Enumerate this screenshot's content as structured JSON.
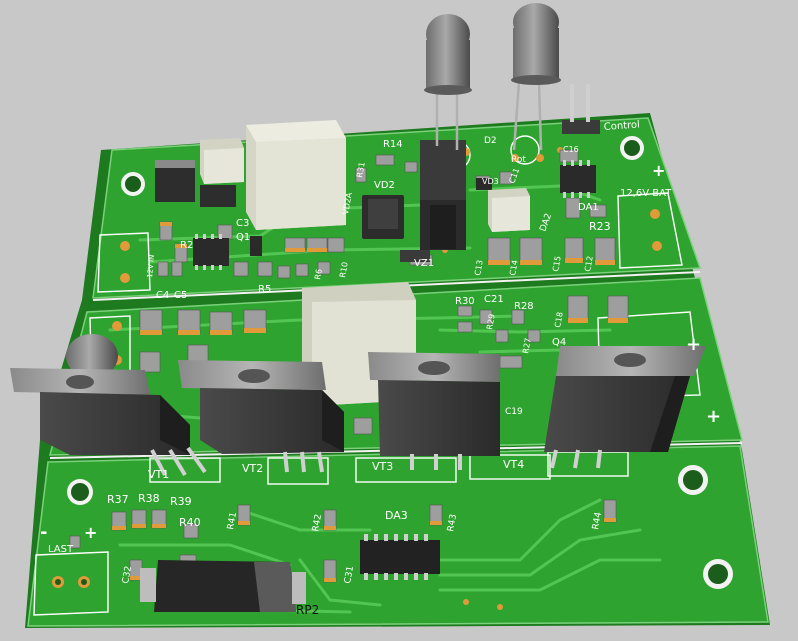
{
  "scene": {
    "colors": {
      "background": "#c8c8c8",
      "board": "#2fa32f",
      "board_edge": "#1e7a1e",
      "trace": "#52c552",
      "silk": "#ffffff",
      "pad": "#e09a3a",
      "component_dark": "#3a3a3a",
      "inductor": "#e4e4d6"
    },
    "labels": {
      "r14": "R14",
      "vd2": "VD2",
      "vd2a": "VD2A",
      "r31": "R31",
      "d2": "D2",
      "rot": "Rot",
      "control": "Control",
      "c16": "C16",
      "vd3": "VD3",
      "c11": "C11",
      "plus_bat": "+",
      "bat": "12,6V  BAT",
      "da2": "DA2",
      "da1": "DA1",
      "r23": "R23",
      "vz1": "VZ1",
      "c13": "C13",
      "c14": "C14",
      "c15": "C15",
      "c12": "C12",
      "c3": "C3",
      "q1": "Q1",
      "r2": "R2",
      "r5": "R5",
      "r6": "R6",
      "r10": "R10",
      "v12in": "12V IN",
      "c4": "C4",
      "c5": "C5",
      "r30": "R30",
      "c21": "C21",
      "r28": "R28",
      "r29": "R29",
      "r27": "R27",
      "c18": "C18",
      "q4": "Q4",
      "c19": "C19",
      "vt1": "VT1",
      "vt2": "VT2",
      "vt3": "VT3",
      "vt4": "VT4",
      "r37": "R37",
      "r38": "R38",
      "r39": "R39",
      "r40": "R40",
      "r41": "R41",
      "r42": "R42",
      "da3": "DA3",
      "r43": "R43",
      "r44": "R44",
      "minus": "-",
      "plus_last": "+",
      "last": "LAST",
      "c32": "C32",
      "c31": "C31",
      "rp2": "RP2",
      "plus_mid": "+",
      "plus_right": "+"
    }
  }
}
